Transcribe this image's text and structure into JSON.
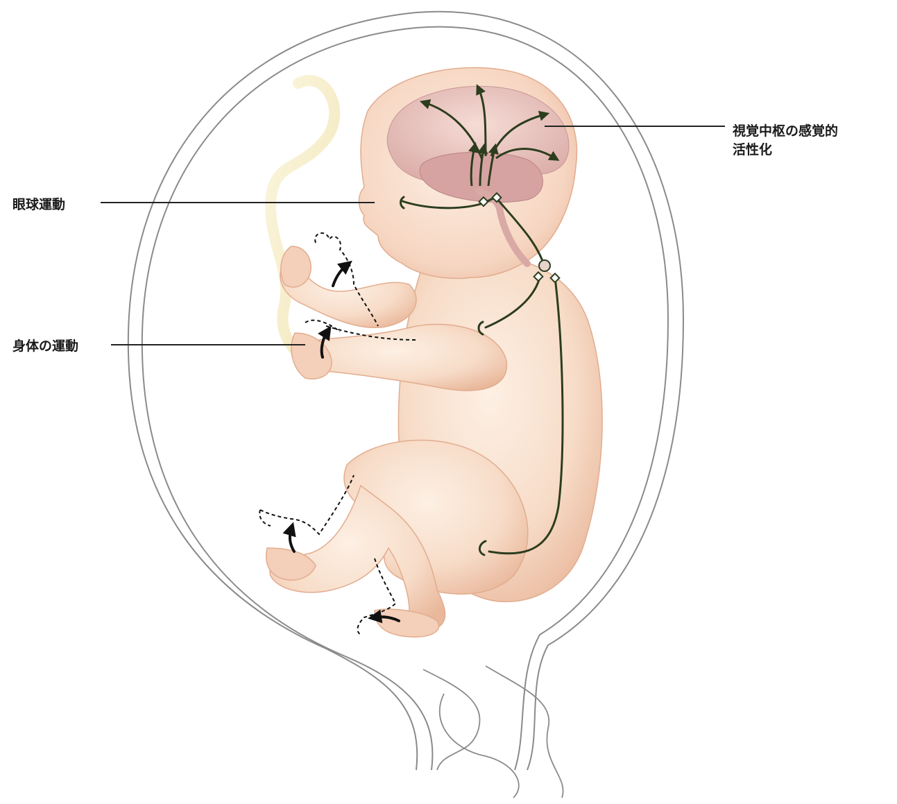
{
  "labels": {
    "eye_movement": "眼球運動",
    "body_movement": "身体の運動",
    "visual_center_line1": "視覚中枢の感覚的",
    "visual_center_line2": "活性化"
  },
  "colors": {
    "skin": "#f7dcc8",
    "skin_shadow": "#eab89c",
    "brain": "#f0cfc4",
    "brain_shadow": "#d9a9a5",
    "nerve": "#2c3d1e",
    "outline": "#8a8a8a",
    "cord": "#f4ecc4"
  }
}
